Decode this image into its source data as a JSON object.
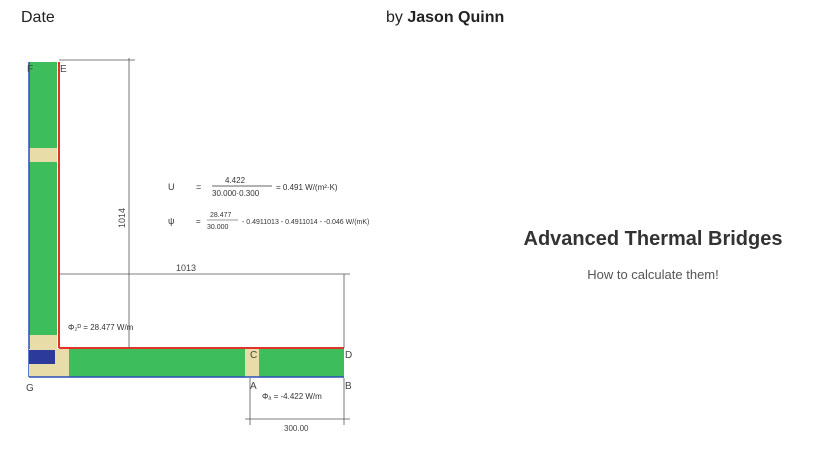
{
  "header": {
    "date_label": "Date",
    "by_prefix": "by",
    "author": "Jason Quinn"
  },
  "card": {
    "title": "Advanced Thermal Bridges",
    "subtitle": "How to calculate them!"
  },
  "diagram": {
    "corner_labels": {
      "F": "F",
      "E": "E",
      "G": "G",
      "A": "A",
      "B": "B",
      "C": "C",
      "D": "D"
    },
    "dim_vertical": "1014",
    "dim_horizontal": "1013",
    "dim_bottom": "300.00",
    "phi_wall": "Φ₂ᴰ = 28.477 W/m",
    "phi_floor": "Φₐ = -4.422 W/m",
    "eq1_lhs": "U",
    "eq1_num": "4.422",
    "eq1_den": "30.000·0.300",
    "eq1_rhs": "= 0.491 W/(m²·K)",
    "eq2_lhs": "ψ",
    "eq2_num": "28.477",
    "eq2_den": "30.000",
    "eq2_rhs": "- 0.4911013 - 0.4911014 - -0.046 W/(mK)"
  },
  "colors": {
    "insulation": "#3dbd5c",
    "frame": "#e8dca8",
    "red_line": "#e0342a",
    "blue_line": "#2b4fb8",
    "dark_block": "#2c3a9c"
  }
}
